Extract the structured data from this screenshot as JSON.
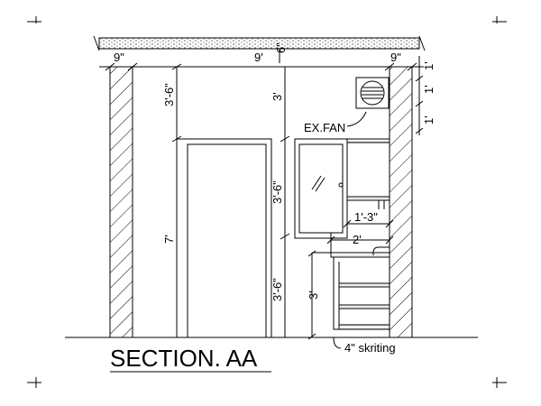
{
  "title": "SECTION. AA",
  "labels": {
    "exhaust_fan": "EX.FAN",
    "skirting": "4\" skriting"
  },
  "dimensions": {
    "left_wall": "9\"",
    "room_width": "9'",
    "right_wall": "9\"",
    "slab": "6\"",
    "above_door": "3'-6\"",
    "door_height": "7'",
    "above_window": "3'",
    "window_height": "3'-6\"",
    "below_window": "3'-6\"",
    "counter_height": "3'",
    "wall_cabinet_depth": "1'-3\"",
    "counter_depth": "2'",
    "fan_spacing_1": "1'",
    "fan_spacing_2": "1'",
    "fan_spacing_3": "1'"
  },
  "colors": {
    "line": "#000000",
    "background": "#ffffff"
  }
}
